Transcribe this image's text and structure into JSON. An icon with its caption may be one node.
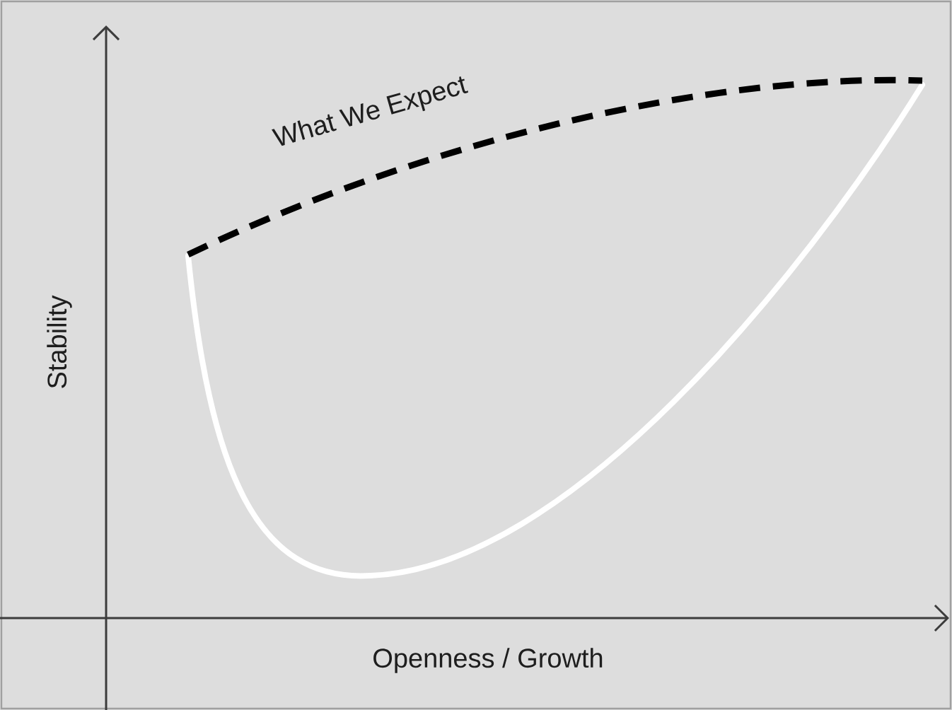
{
  "diagram": {
    "labels": [
      "What We Expect",
      "Stability",
      "Openness / Growth"
    ]
  }
}
